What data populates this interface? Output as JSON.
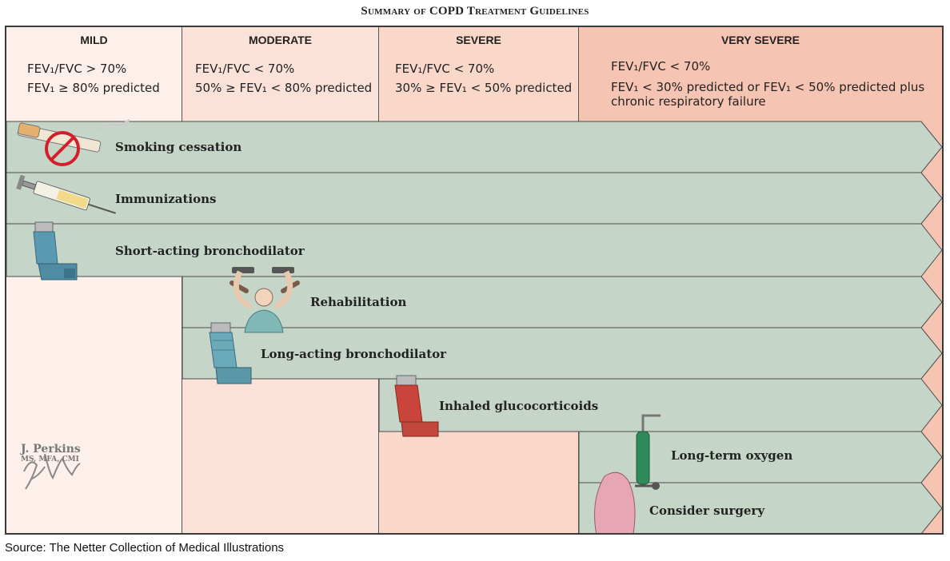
{
  "title": "Summary of COPD Treatment Guidelines",
  "columns": [
    {
      "name": "MILD",
      "line1": "FEV₁/FVC > 70%",
      "line2": "FEV₁ ≥ 80% predicted"
    },
    {
      "name": "MODERATE",
      "line1": "FEV₁/FVC < 70%",
      "line2": "50% ≥ FEV₁ < 80% predicted"
    },
    {
      "name": "SEVERE",
      "line1": "FEV₁/FVC < 70%",
      "line2": "30% ≥ FEV₁ < 50% predicted"
    },
    {
      "name": "VERY SEVERE",
      "line1": "FEV₁/FVC < 70%",
      "line2": "FEV₁ < 30% predicted or FEV₁ < 50% predicted plus chronic respiratory failure"
    }
  ],
  "treatments": [
    {
      "label": "Smoking cessation",
      "icon": "no-smoking-icon",
      "starts_at": "MILD"
    },
    {
      "label": "Immunizations",
      "icon": "syringe-icon",
      "starts_at": "MILD"
    },
    {
      "label": "Short-acting bronchodilator",
      "icon": "inhaler-icon",
      "starts_at": "MILD"
    },
    {
      "label": "Rehabilitation",
      "icon": "exercising-man-icon",
      "starts_at": "MODERATE"
    },
    {
      "label": "Long-acting bronchodilator",
      "icon": "inhaler-icon",
      "starts_at": "MODERATE"
    },
    {
      "label": "Inhaled glucocorticoids",
      "icon": "red-inhaler-icon",
      "starts_at": "SEVERE"
    },
    {
      "label": "Long-term oxygen",
      "icon": "oxygen-tank-icon",
      "starts_at": "VERY SEVERE"
    },
    {
      "label": "Consider surgery",
      "icon": "lung-icon",
      "starts_at": "VERY SEVERE"
    }
  ],
  "signature": {
    "name": "J. Perkins",
    "credentials": "MS, MFA, CMI"
  },
  "source": "Source: The Netter Collection of Medical Illustrations",
  "colors": {
    "arrow_fill": "#c5d6c8",
    "arrow_stroke": "#4a4a4a",
    "mild": "#fdf0ea",
    "moderate": "#fbe2d8",
    "severe": "#f9d8ca",
    "very_severe": "#f6c4b2"
  }
}
